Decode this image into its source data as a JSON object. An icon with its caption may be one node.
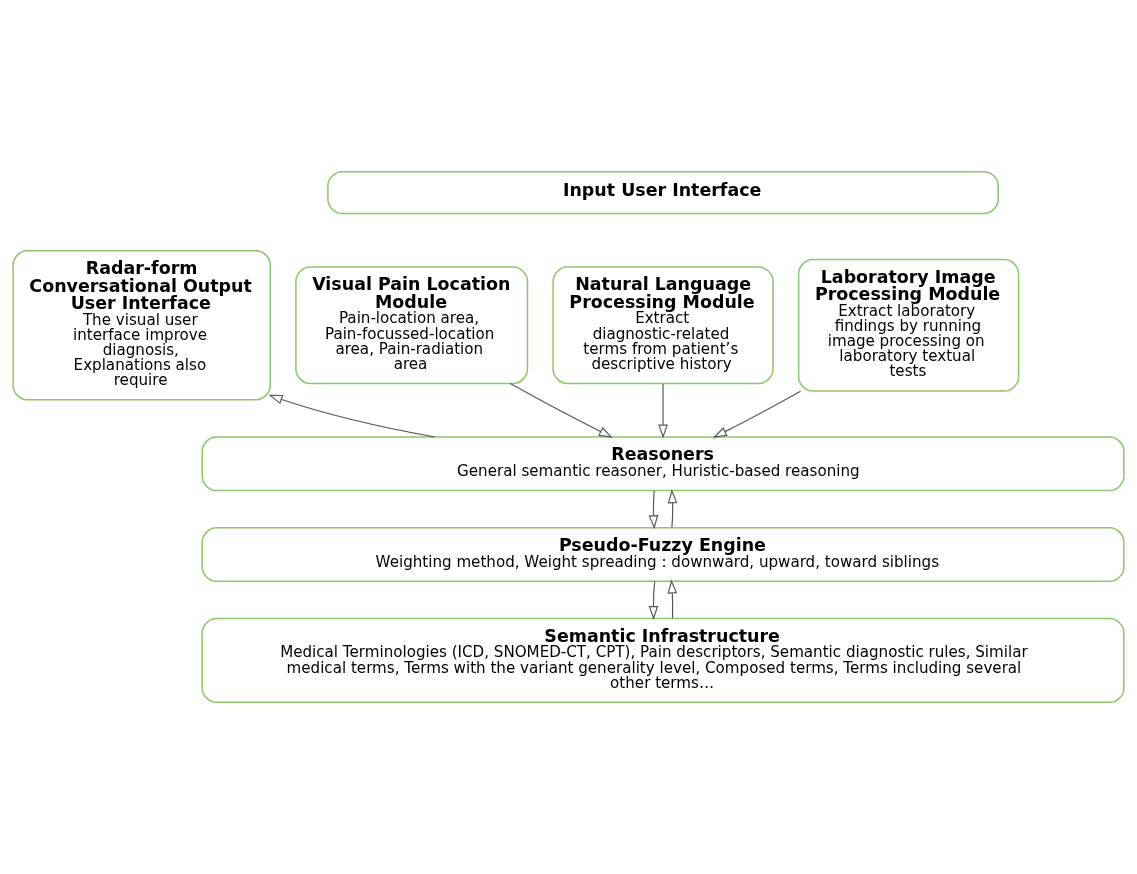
{
  "diagram": {
    "nodes": [
      {
        "text": [
          "Radar-form Conversational Output User Interface",
          "The visual user interface improve diagnosis, Explanations also require"
        ]
      },
      {
        "text": [
          "Input User Interface"
        ]
      },
      {
        "text": [
          "Visual Pain Location Module",
          "Pain-location area, Pain-focussed-location area, Pain-radiation area"
        ]
      },
      {
        "text": [
          "Natural Language Processing Module",
          "Extract diagnostic-related terms from patient’s descriptive history"
        ]
      },
      {
        "text": [
          "Laboratory Image Processing Module",
          "Extract laboratory findings by running image processing on laboratory textual tests"
        ]
      },
      {
        "text": [
          "Reasoners",
          "General semantic reasoner, Huristic-based reasoning"
        ]
      },
      {
        "text": [
          "Pseudo-Fuzzy Engine",
          "Weighting method, Weight spreading : downward, upward, toward siblings"
        ]
      },
      {
        "text": [
          "Semantic Infrastructure",
          "Medical Terminologies (ICD, SNOMED-CT, CPT), Pain descriptors, Semantic diagnostic rules, Similar medical terms, Terms with the variant generality level, Composed terms, Terms including several other terms…"
        ]
      }
    ],
    "edges": [
      {
        "from": 5,
        "to": 0,
        "arrow": "to"
      },
      {
        "from": 2,
        "to": 5,
        "arrow": "to"
      },
      {
        "from": 3,
        "to": 5,
        "arrow": "to"
      },
      {
        "from": 4,
        "to": 5,
        "arrow": "to"
      },
      {
        "from": 6,
        "to": 5,
        "arrow": "to"
      },
      {
        "from": 5,
        "to": 6,
        "arrow": "to"
      },
      {
        "from": 7,
        "to": 6,
        "arrow": "to"
      },
      {
        "from": 6,
        "to": 7,
        "arrow": "to"
      }
    ]
  }
}
